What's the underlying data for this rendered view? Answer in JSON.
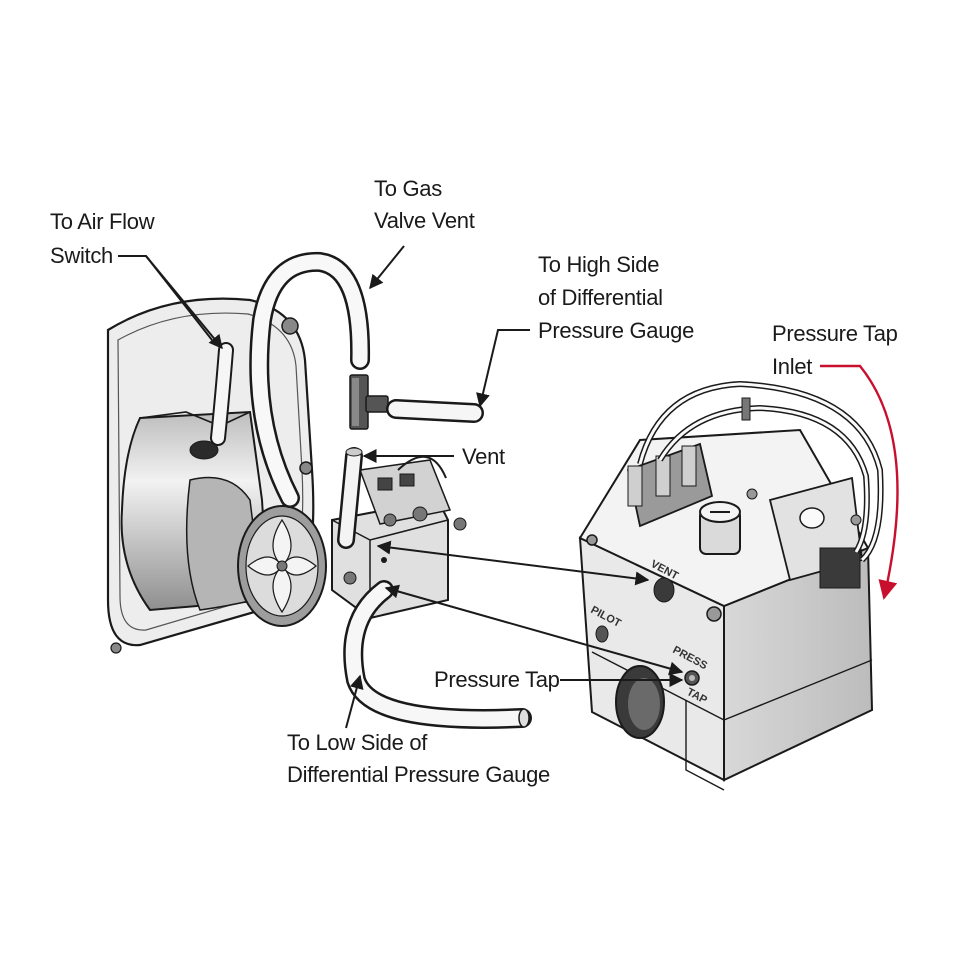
{
  "labels": {
    "air_flow_switch": [
      "To Air Flow",
      "Switch"
    ],
    "gas_valve_vent": [
      "To Gas",
      "Valve Vent"
    ],
    "high_side": [
      "To High Side",
      "of Differential",
      "Pressure Gauge"
    ],
    "pressure_tap_inlet": [
      "Pressure Tap",
      "Inlet"
    ],
    "vent": "Vent",
    "pressure_tap": "Pressure Tap",
    "low_side": [
      "To Low Side of",
      "Differential Pressure Gauge"
    ]
  },
  "valve_markings": {
    "vent": "VENT",
    "pilot": "PILOT",
    "press": "PRESS",
    "tap": "TAP"
  },
  "colors": {
    "accent_arrow": "#c8102e",
    "line": "#1a1a1a",
    "body_light": "#e6e6e6",
    "body_mid": "#cfcfcf",
    "body_dark": "#a8a8a8"
  }
}
